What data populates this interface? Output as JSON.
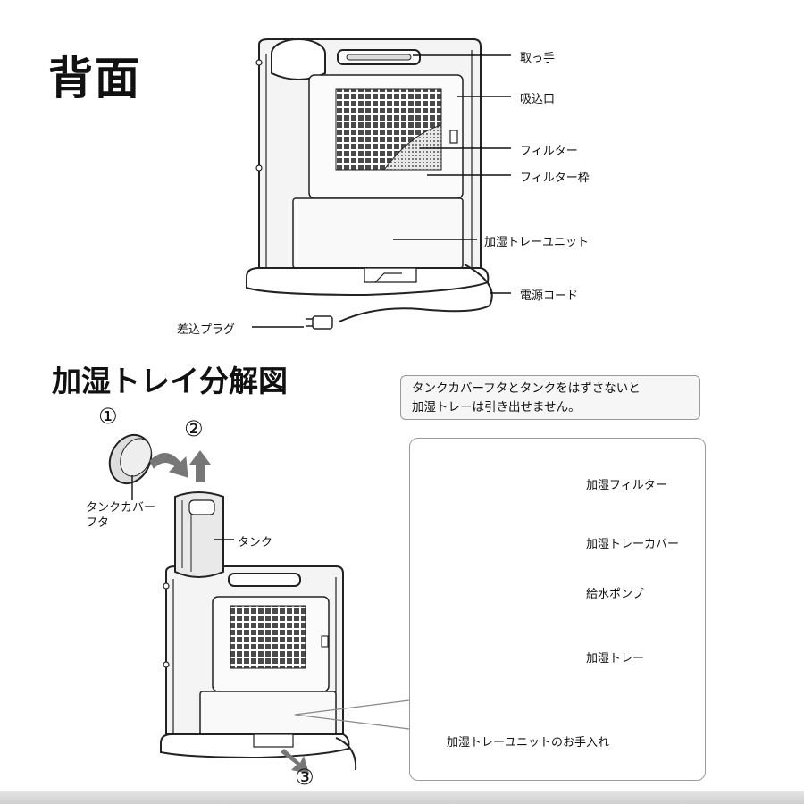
{
  "back": {
    "heading": "背面",
    "labels": {
      "handle": "取っ手",
      "intake": "吸込口",
      "filter": "フィルター",
      "filter_frame": "フィルター枠",
      "humid_tray_unit": "加湿トレーユニット",
      "power_cord": "電源コード",
      "plug": "差込プラグ"
    }
  },
  "exploded": {
    "heading": "加湿トレイ分解図",
    "note": [
      "タンクカバーフタとタンクをはずさないと",
      "加湿トレーは引き出せません。"
    ],
    "steps": [
      "①",
      "②",
      "③"
    ],
    "labels": {
      "tank_cover_lid_1": "タンクカバー",
      "tank_cover_lid_2": "フタ",
      "tank": "タンク",
      "humid_filter": "加湿フィルター",
      "humid_tray_cover": "加湿トレーカバー",
      "water_pump": "給水ポンプ",
      "humid_tray": "加湿トレー",
      "panel_caption": "加湿トレーユニットのお手入れ"
    }
  }
}
